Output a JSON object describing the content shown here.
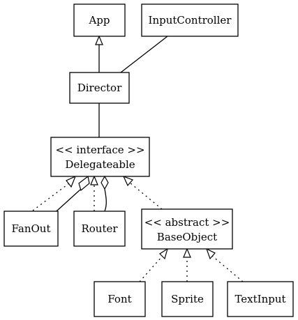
{
  "nodes": {
    "app": {
      "lines": [
        "App"
      ]
    },
    "input_controller": {
      "lines": [
        "InputController"
      ]
    },
    "director": {
      "lines": [
        "Director"
      ]
    },
    "delegateable": {
      "lines": [
        "<< interface >>",
        "Delegateable"
      ]
    },
    "fanout": {
      "lines": [
        "FanOut"
      ]
    },
    "router": {
      "lines": [
        "Router"
      ]
    },
    "base_object": {
      "lines": [
        "<< abstract >>",
        "BaseObject"
      ]
    },
    "font": {
      "lines": [
        "Font"
      ]
    },
    "sprite": {
      "lines": [
        "Sprite"
      ]
    },
    "text_input": {
      "lines": [
        "TextInput"
      ]
    }
  },
  "colors": {
    "stroke": "#000000",
    "fill": "#ffffff"
  }
}
